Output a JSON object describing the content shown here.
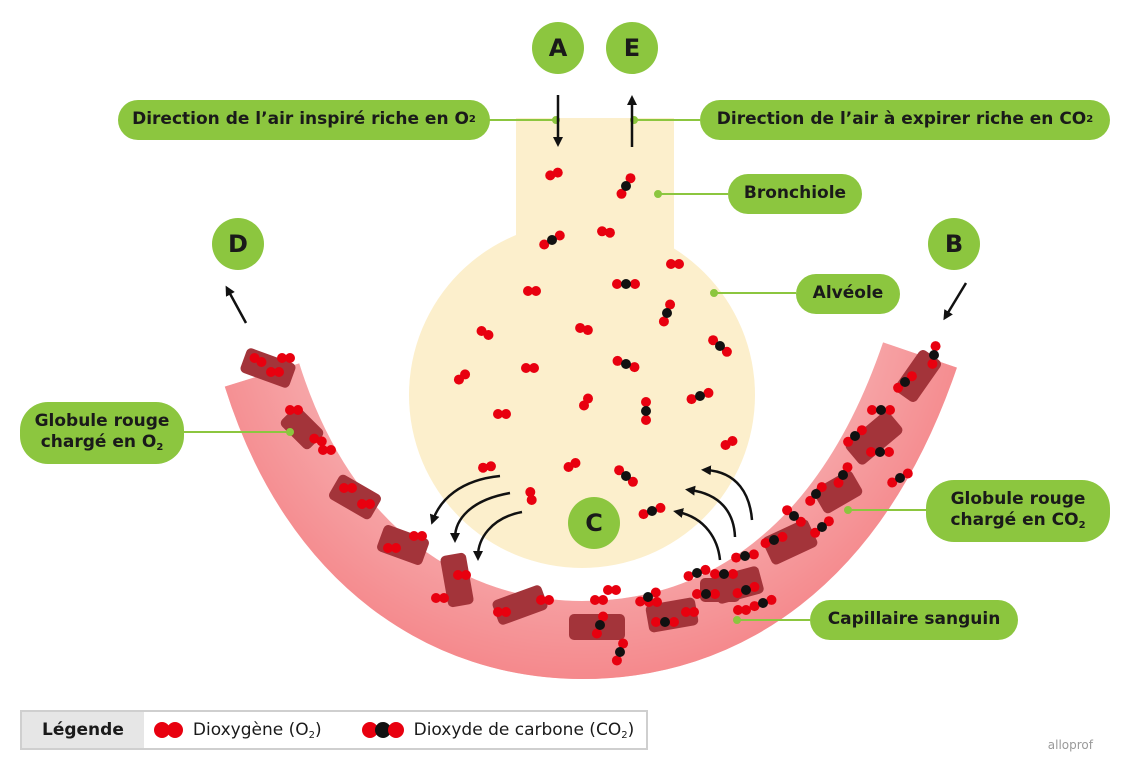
{
  "labels": {
    "A": "A",
    "E": "E",
    "B": "B",
    "C": "C",
    "D": "D"
  },
  "callouts": {
    "inspired": {
      "text": "Direction de l’air inspiré riche en O",
      "sub": "2"
    },
    "expired": {
      "text": "Direction de l’air à expirer riche en CO",
      "sub": "2"
    },
    "bronchiole": "Bronchiole",
    "alveole": "Alvéole",
    "rbc_o2": {
      "line1": "Globule rouge",
      "line2": "chargé en O",
      "sub": "2"
    },
    "rbc_co2": {
      "line1": "Globule rouge",
      "line2": "chargé en CO",
      "sub": "2"
    },
    "capillaire": "Capillaire sanguin"
  },
  "legend": {
    "title": "Légende",
    "o2_label": "Dioxygène (O",
    "o2_sub": "2",
    "o2_close": ")",
    "co2_label": "Dioxyde de carbone (CO",
    "co2_sub": "2",
    "co2_close": ")"
  },
  "brand": "alloprof",
  "colors": {
    "green": "#8cc63f",
    "alveole": "#fcefcc",
    "capillary": "#f6a3a6",
    "rbc": "#a3343a",
    "o2": "#e8000f",
    "carbon": "#111111"
  }
}
